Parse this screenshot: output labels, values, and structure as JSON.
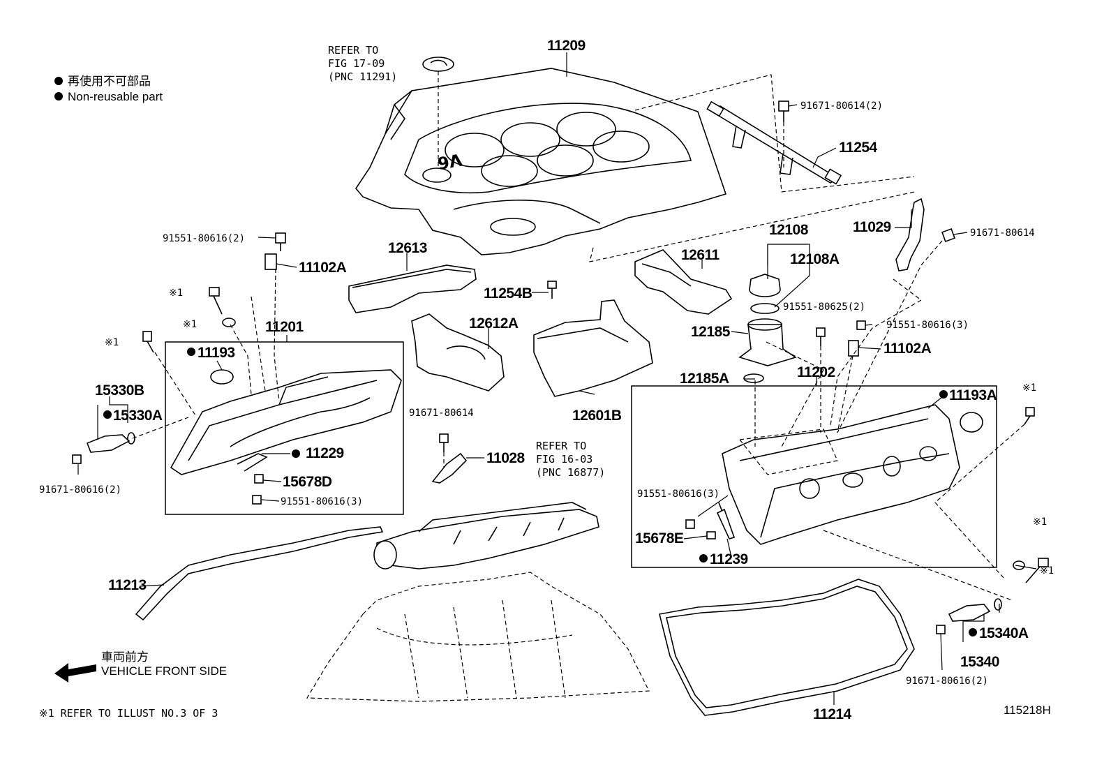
{
  "legend": {
    "line_jp": "再使用不可部品",
    "line_en": "Non-reusable part"
  },
  "front": {
    "line_jp": "車両前方",
    "line_en": "VEHICLE FRONT SIDE"
  },
  "footnote": "※1 REFER TO ILLUST NO.3 OF 3",
  "diagram_id": "115218H",
  "refers": {
    "top": [
      "REFER TO",
      "FIG 17-09",
      "(PNC 11291)"
    ],
    "mid": [
      "REFER TO",
      "FIG 16-03",
      "(PNC 16877)"
    ]
  },
  "labels": {
    "p11209": "11209",
    "p91671_2_top": "91671-80614(2)",
    "p11254": "11254",
    "p11029": "11029",
    "p91671_right": "91671-80614",
    "p91551_2": "91551-80616(2)",
    "p11102A_left": "11102A",
    "p12613": "12613",
    "p12611": "12611",
    "p12108": "12108",
    "p12108A": "12108A",
    "p11254B": "11254B",
    "p91551_80625": "91551-80625(2)",
    "p91551_3_right": "91551-80616(3)",
    "p11102A_right": "11102A",
    "p12185": "12185",
    "p12612A": "12612A",
    "p11201": "11201",
    "p11193": "11193",
    "p15330B": "15330B",
    "p15330A": "15330A",
    "p91671_80616_left": "91671-80616(2)",
    "p11229": "11229",
    "p15678D": "15678D",
    "p91551_3_left": "91551-80616(3)",
    "p91671_mid": "91671-80614",
    "p11028": "11028",
    "p12601B": "12601B",
    "p12185A": "12185A",
    "p11202": "11202",
    "p11193A": "11193A",
    "p91551_3_mid": "91551-80616(3)",
    "p15678E": "15678E",
    "p11239": "11239",
    "p11213": "11213",
    "p11214": "11214",
    "p15340A": "15340A",
    "p15340": "15340",
    "p91671_80616_right": "91671-80616(2)",
    "note1": "※1"
  }
}
